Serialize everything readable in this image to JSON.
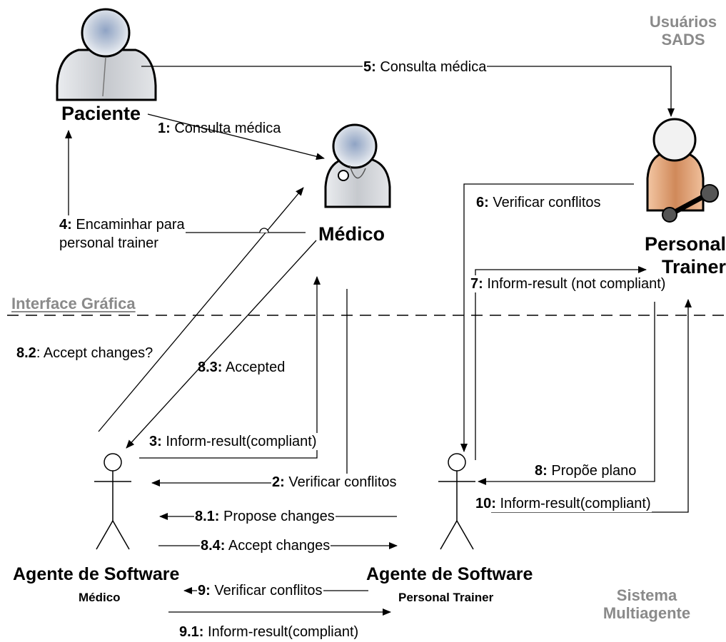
{
  "sections": {
    "usuarios": "Usuários SADS",
    "interface": "Interface Gráfica",
    "sistema": "Sistema Multiagente"
  },
  "actors": {
    "paciente": "Paciente",
    "medico": "Médico",
    "personal_trainer": "Personal Trainer",
    "agente_medico_title": "Agente de Software",
    "agente_medico_sub": "Médico",
    "agente_pt_title": "Agente de Software",
    "agente_pt_sub": "Personal Trainer"
  },
  "messages": {
    "m1": {
      "num": "1:",
      "text": "Consulta médica"
    },
    "m2": {
      "num": "2:",
      "text": "Verificar conflitos"
    },
    "m3": {
      "num": "3:",
      "text": "Inform-result(compliant)"
    },
    "m4": {
      "num": "4:",
      "text": "Encaminhar para",
      "text2": "personal trainer"
    },
    "m5": {
      "num": "5:",
      "text": "Consulta médica"
    },
    "m6": {
      "num": "6:",
      "text": "Verificar conflitos"
    },
    "m7": {
      "num": "7:",
      "text": "Inform-result (not compliant)"
    },
    "m8": {
      "num": "8:",
      "text": "Propõe plano"
    },
    "m81": {
      "num": "8.1:",
      "text": "Propose changes"
    },
    "m82": {
      "num": "8.2",
      "text": ": Accept changes?"
    },
    "m83": {
      "num": "8.3:",
      "text": "Accepted"
    },
    "m84": {
      "num": "8.4:",
      "text": "Accept changes"
    },
    "m9": {
      "num": "9:",
      "text": "Verificar conflitos"
    },
    "m91": {
      "num": "9.1:",
      "text": "Inform-result(compliant)"
    },
    "m10": {
      "num": "10:",
      "text": "Inform-result(compliant)"
    }
  },
  "icons": {
    "paciente": "patient-icon",
    "medico": "doctor-icon",
    "personal_trainer": "personal-trainer-icon",
    "agent": "stick-figure-icon"
  },
  "colors": {
    "person_body": "#c9ccd1",
    "person_head": "#b9c4d6",
    "trainer_body": "#d89a6e",
    "section_label": "#8a8a8a"
  }
}
